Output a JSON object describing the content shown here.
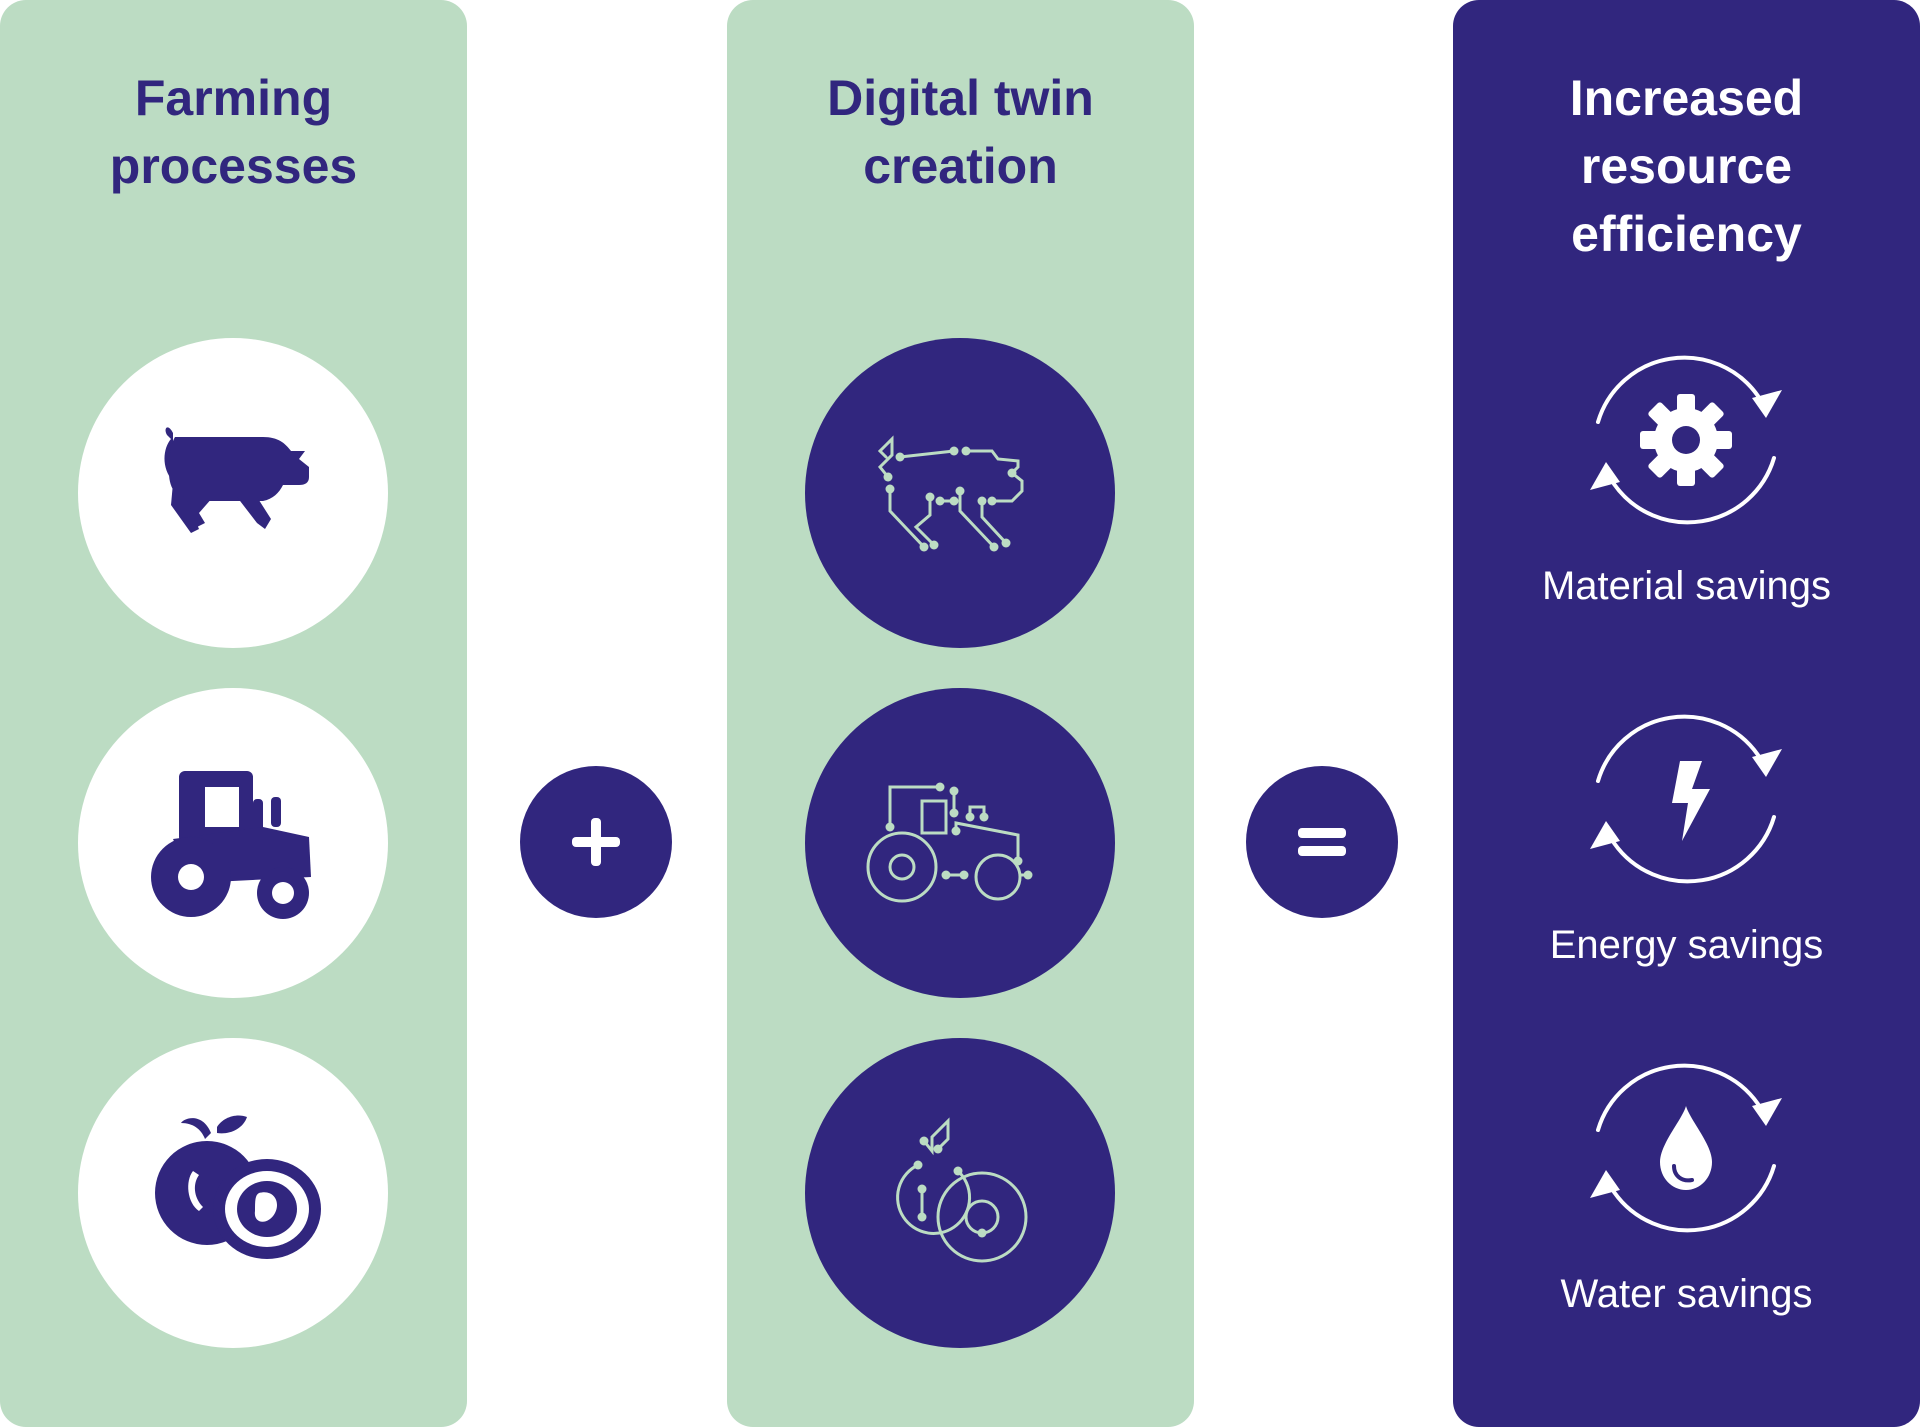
{
  "colors": {
    "navy": "#31267e",
    "green": "#bcdcc3",
    "white": "#ffffff",
    "circuit": "#bcdcc3"
  },
  "panels": {
    "farming": {
      "title_line1": "Farming",
      "title_line2": "processes",
      "icons": [
        "pig-icon",
        "tractor-icon",
        "fruit-icon"
      ]
    },
    "twin": {
      "title_line1": "Digital twin",
      "title_line2": "creation",
      "icons": [
        "circuit-pig-icon",
        "circuit-tractor-icon",
        "circuit-fruit-icon"
      ]
    },
    "efficiency": {
      "title_line1": "Increased",
      "title_line2": "resource",
      "title_line3": "efficiency",
      "benefits": [
        {
          "label": "Material savings",
          "icon": "gear-icon"
        },
        {
          "label": "Energy savings",
          "icon": "lightning-icon"
        },
        {
          "label": "Water savings",
          "icon": "water-drop-icon"
        }
      ]
    }
  },
  "operators": {
    "plus": "plus-icon",
    "equals": "equals-icon"
  }
}
